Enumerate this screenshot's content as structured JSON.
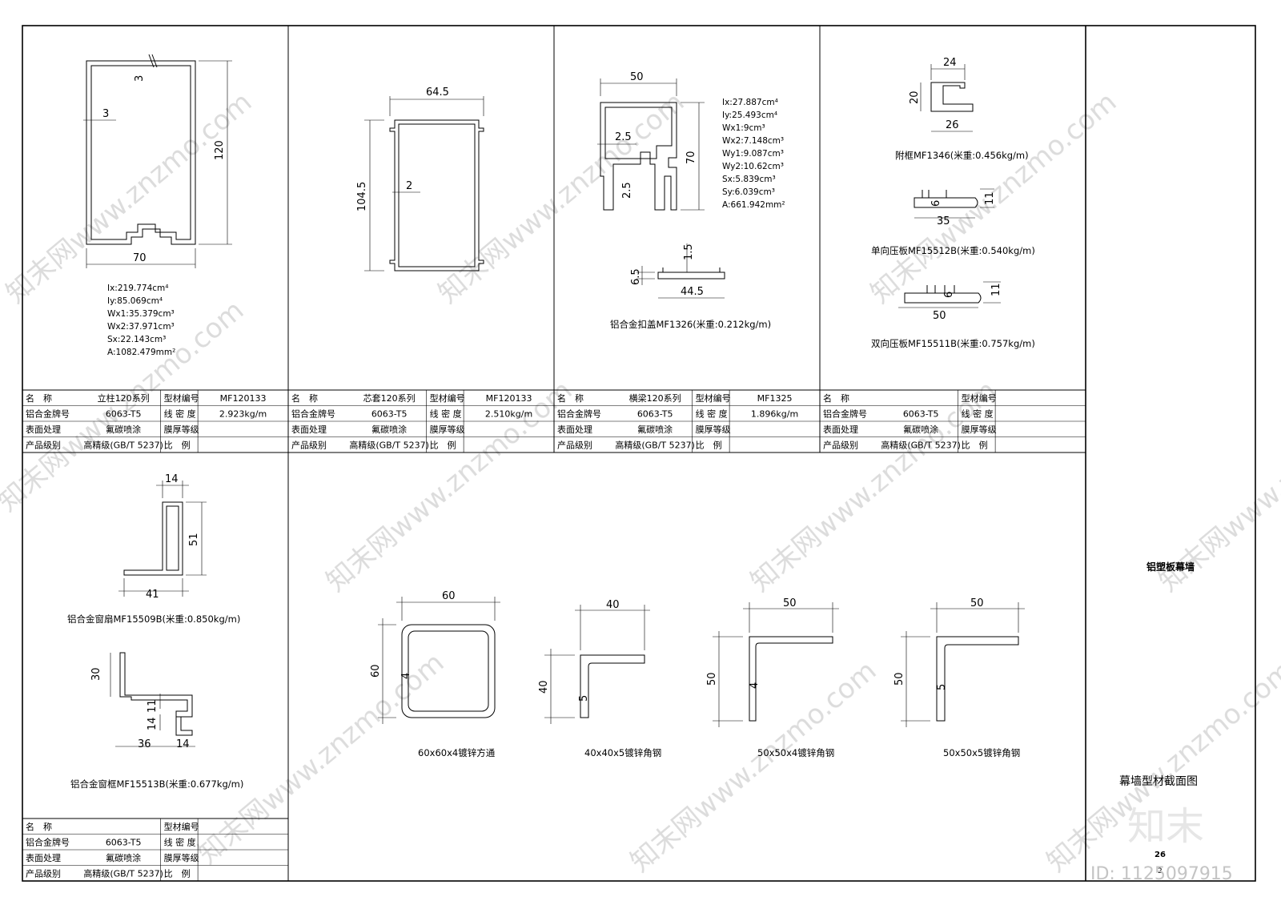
{
  "sheet": {
    "project_label": "铝塑板幕墙",
    "sheet_title": "幕墙型材截面图",
    "sheet_number": "26",
    "sheet_sub_number": "2",
    "logo_text": "知末",
    "id_label": "ID: 1125097915",
    "watermark": "知末网www.znzmo.com"
  },
  "profiles": {
    "mullion": {
      "dim_width": "70",
      "dim_height": "120",
      "dim_wall_top": "3",
      "dim_wall_side": "3",
      "props": [
        "Ix:219.774cm⁴",
        "Iy:85.069cm⁴",
        "Wx1:35.379cm³",
        "Wx2:37.971cm³",
        "Sx:22.143cm³",
        "A:1082.479mm²"
      ]
    },
    "core": {
      "dim_width": "64.5",
      "dim_height": "104.5",
      "dim_wall": "2"
    },
    "transom": {
      "dim_width": "50",
      "dim_height": "70",
      "dim_a": "2.5",
      "dim_b": "2.5",
      "props": [
        "Ix:27.887cm⁴",
        "Iy:25.493cm⁴",
        "Wx1:9cm³",
        "Wx2:7.148cm³",
        "Wy1:9.087cm³",
        "Wy2:10.62cm³",
        "Sx:5.839cm³",
        "Sy:6.039cm³",
        "A:661.942mm²"
      ]
    },
    "cover_cap": {
      "dim_width": "44.5",
      "dim_height": "6.5",
      "dim_lip": "1.5",
      "caption": "铝合金扣盖MF1326(米重:0.212kg/m)"
    },
    "sub_frame": {
      "dim_top": "24",
      "dim_bottom": "26",
      "dim_height": "20",
      "caption": "附框MF1346(米重:0.456kg/m)"
    },
    "single_plate": {
      "dim_width": "35",
      "dim_a": "6",
      "dim_b": "11",
      "caption": "单向压板MF15512B(米重:0.540kg/m)"
    },
    "double_plate": {
      "dim_width": "50",
      "dim_a": "6",
      "dim_b": "11",
      "caption": "双向压板MF15511B(米重:0.757kg/m)"
    },
    "window_sash": {
      "dim_top": "14",
      "dim_height": "51",
      "dim_width": "41",
      "caption": "铝合金窗扇MF15509B(米重:0.850kg/m)"
    },
    "window_frame": {
      "dim_height": "30",
      "dim_a": "11",
      "dim_b": "14",
      "dim_width": "36",
      "dim_c": "14",
      "caption": "铝合金窗框MF15513B(米重:0.677kg/m)"
    },
    "square_tube": {
      "dim_w": "60",
      "dim_h": "60",
      "dim_t": "4",
      "caption": "60x60x4镀锌方通"
    },
    "angle_40": {
      "dim_w": "40",
      "dim_h": "40",
      "dim_t": "5",
      "caption": "40x40x5镀锌角钢"
    },
    "angle_50_4": {
      "dim_w": "50",
      "dim_h": "50",
      "dim_t": "4",
      "caption": "50x50x4镀锌角钢"
    },
    "angle_50_5": {
      "dim_w": "50",
      "dim_h": "50",
      "dim_t": "5",
      "caption": "50x50x5镀锌角钢"
    }
  },
  "info_tables": [
    {
      "rows": [
        [
          "名　称",
          "立柱120系列",
          "型材编号",
          "MF120133"
        ],
        [
          "铝合金牌号",
          "6063-T5",
          "线 密 度",
          "2.923kg/m"
        ],
        [
          "表面处理",
          "氟碳喷涂",
          "膜厚等级",
          ""
        ],
        [
          "产品级别",
          "高精级(GB/T 5237)",
          "比　例",
          ""
        ]
      ]
    },
    {
      "rows": [
        [
          "名　称",
          "芯套120系列",
          "型材编号",
          "MF120133"
        ],
        [
          "铝合金牌号",
          "6063-T5",
          "线 密 度",
          "2.510kg/m"
        ],
        [
          "表面处理",
          "氟碳喷涂",
          "膜厚等级",
          ""
        ],
        [
          "产品级别",
          "高精级(GB/T 5237)",
          "比　例",
          ""
        ]
      ]
    },
    {
      "rows": [
        [
          "名　称",
          "横梁120系列",
          "型材编号",
          "MF1325"
        ],
        [
          "铝合金牌号",
          "6063-T5",
          "线 密 度",
          "1.896kg/m"
        ],
        [
          "表面处理",
          "氟碳喷涂",
          "膜厚等级",
          ""
        ],
        [
          "产品级别",
          "高精级(GB/T 5237)",
          "比　例",
          ""
        ]
      ]
    },
    {
      "rows": [
        [
          "名　称",
          "",
          "型材编号",
          ""
        ],
        [
          "铝合金牌号",
          "6063-T5",
          "线 密 度",
          ""
        ],
        [
          "表面处理",
          "氟碳喷涂",
          "膜厚等级",
          ""
        ],
        [
          "产品级别",
          "高精级(GB/T 5237)",
          "比　例",
          ""
        ]
      ]
    },
    {
      "rows": [
        [
          "名　称",
          "",
          "型材编号",
          ""
        ],
        [
          "铝合金牌号",
          "6063-T5",
          "线 密 度",
          ""
        ],
        [
          "表面处理",
          "氟碳喷涂",
          "膜厚等级",
          ""
        ],
        [
          "产品级别",
          "高精级(GB/T 5237)",
          "比　例",
          ""
        ]
      ]
    }
  ]
}
